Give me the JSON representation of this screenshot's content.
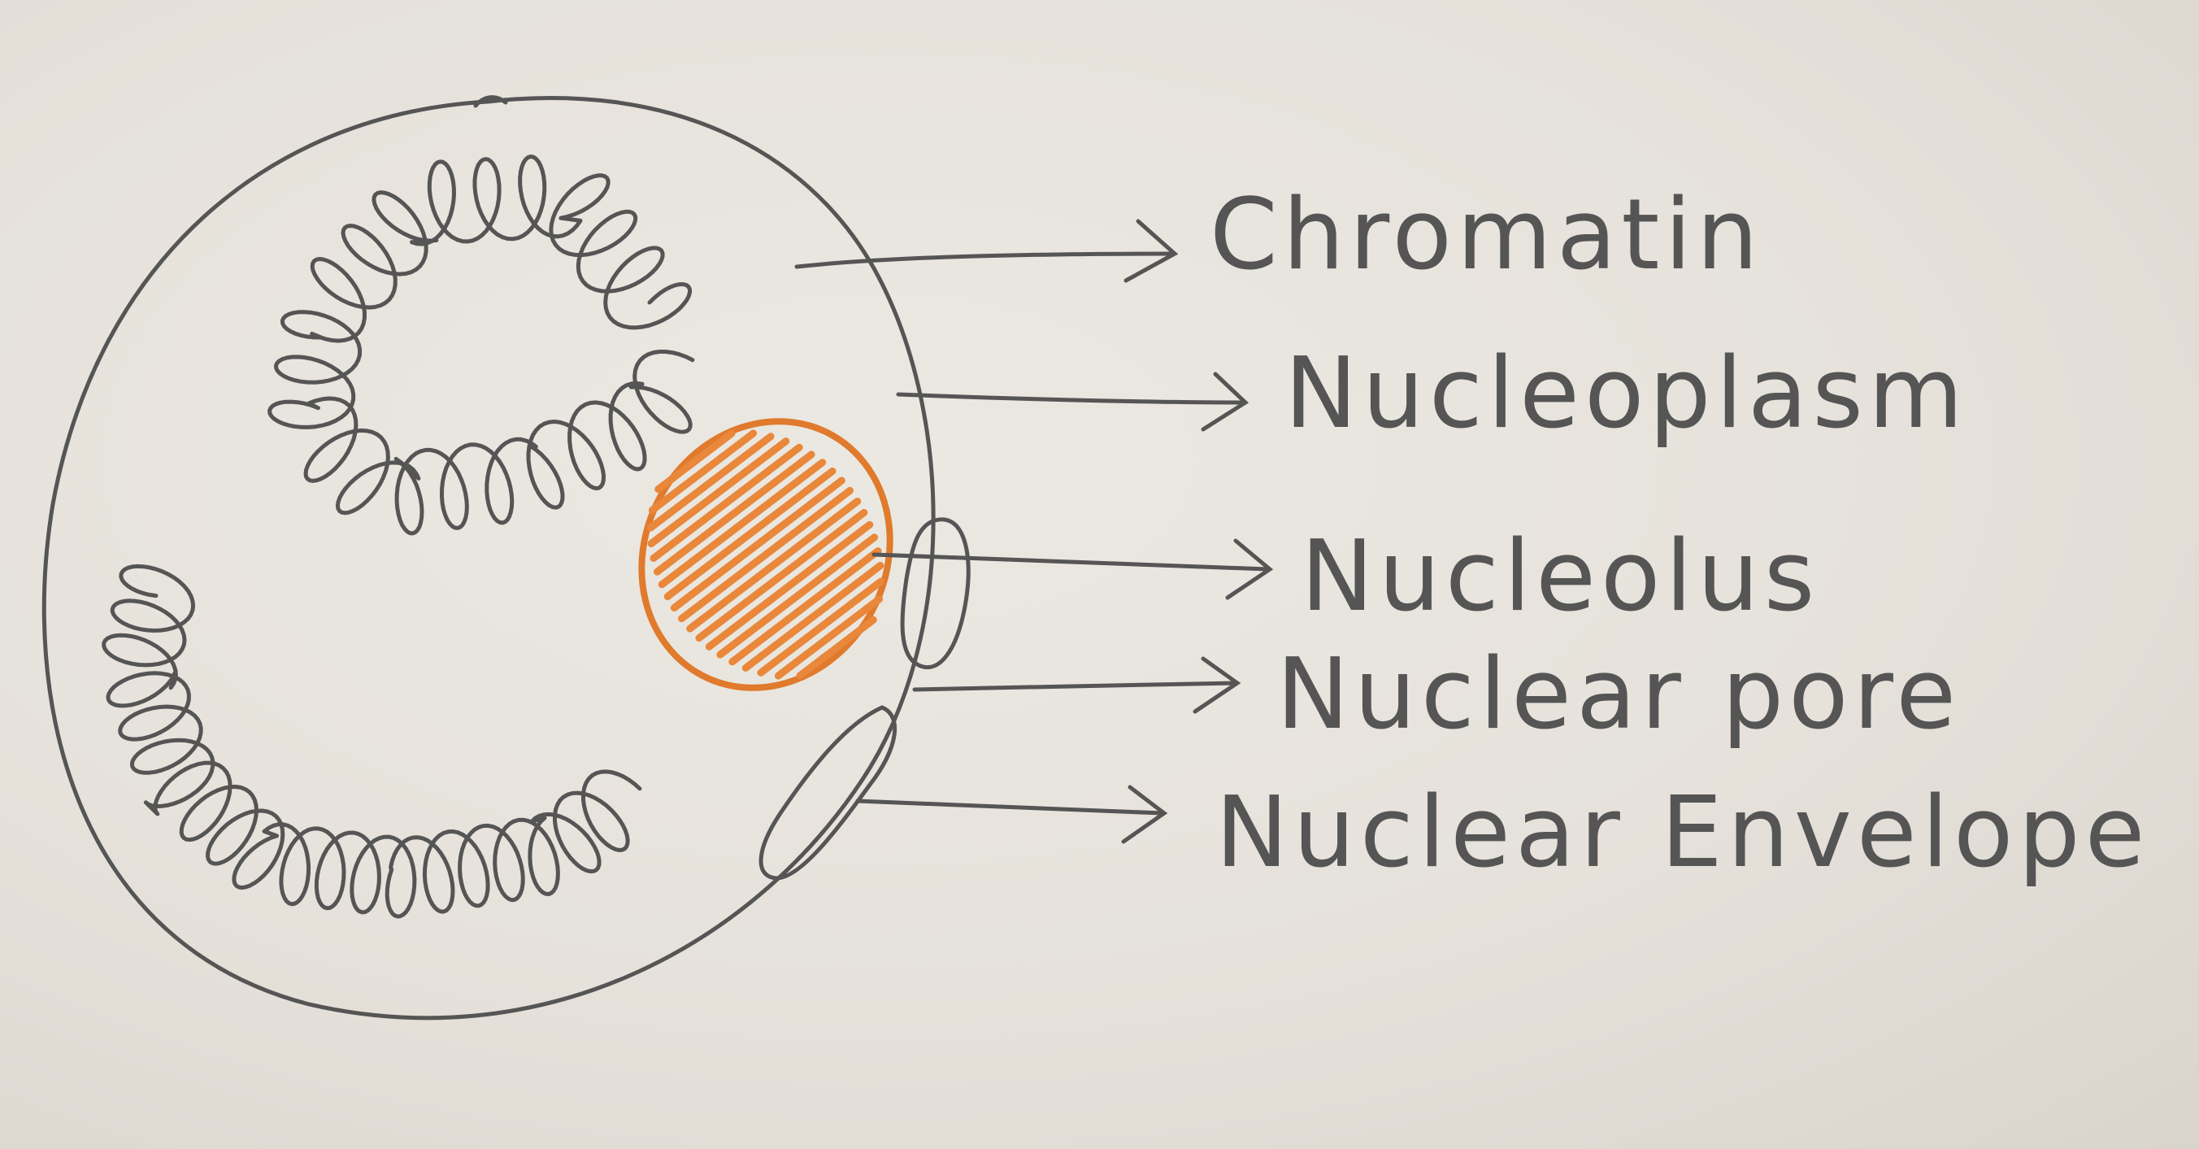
{
  "labels": [
    {
      "id": "chromatin",
      "text": "Chromatin"
    },
    {
      "id": "nucleoplasm",
      "text": "Nucleoplasm"
    },
    {
      "id": "nucleolus",
      "text": "Nucleolus"
    },
    {
      "id": "nuclear-pore",
      "text": "Nuclear pore"
    },
    {
      "id": "nuclear-envelope",
      "text": "Nuclear Envelope"
    }
  ],
  "colors": {
    "paper": "#e6e2db",
    "ink": "#555555",
    "nucleolus_fill": "#e9873a",
    "nucleolus_outline": "#e07a2c"
  }
}
